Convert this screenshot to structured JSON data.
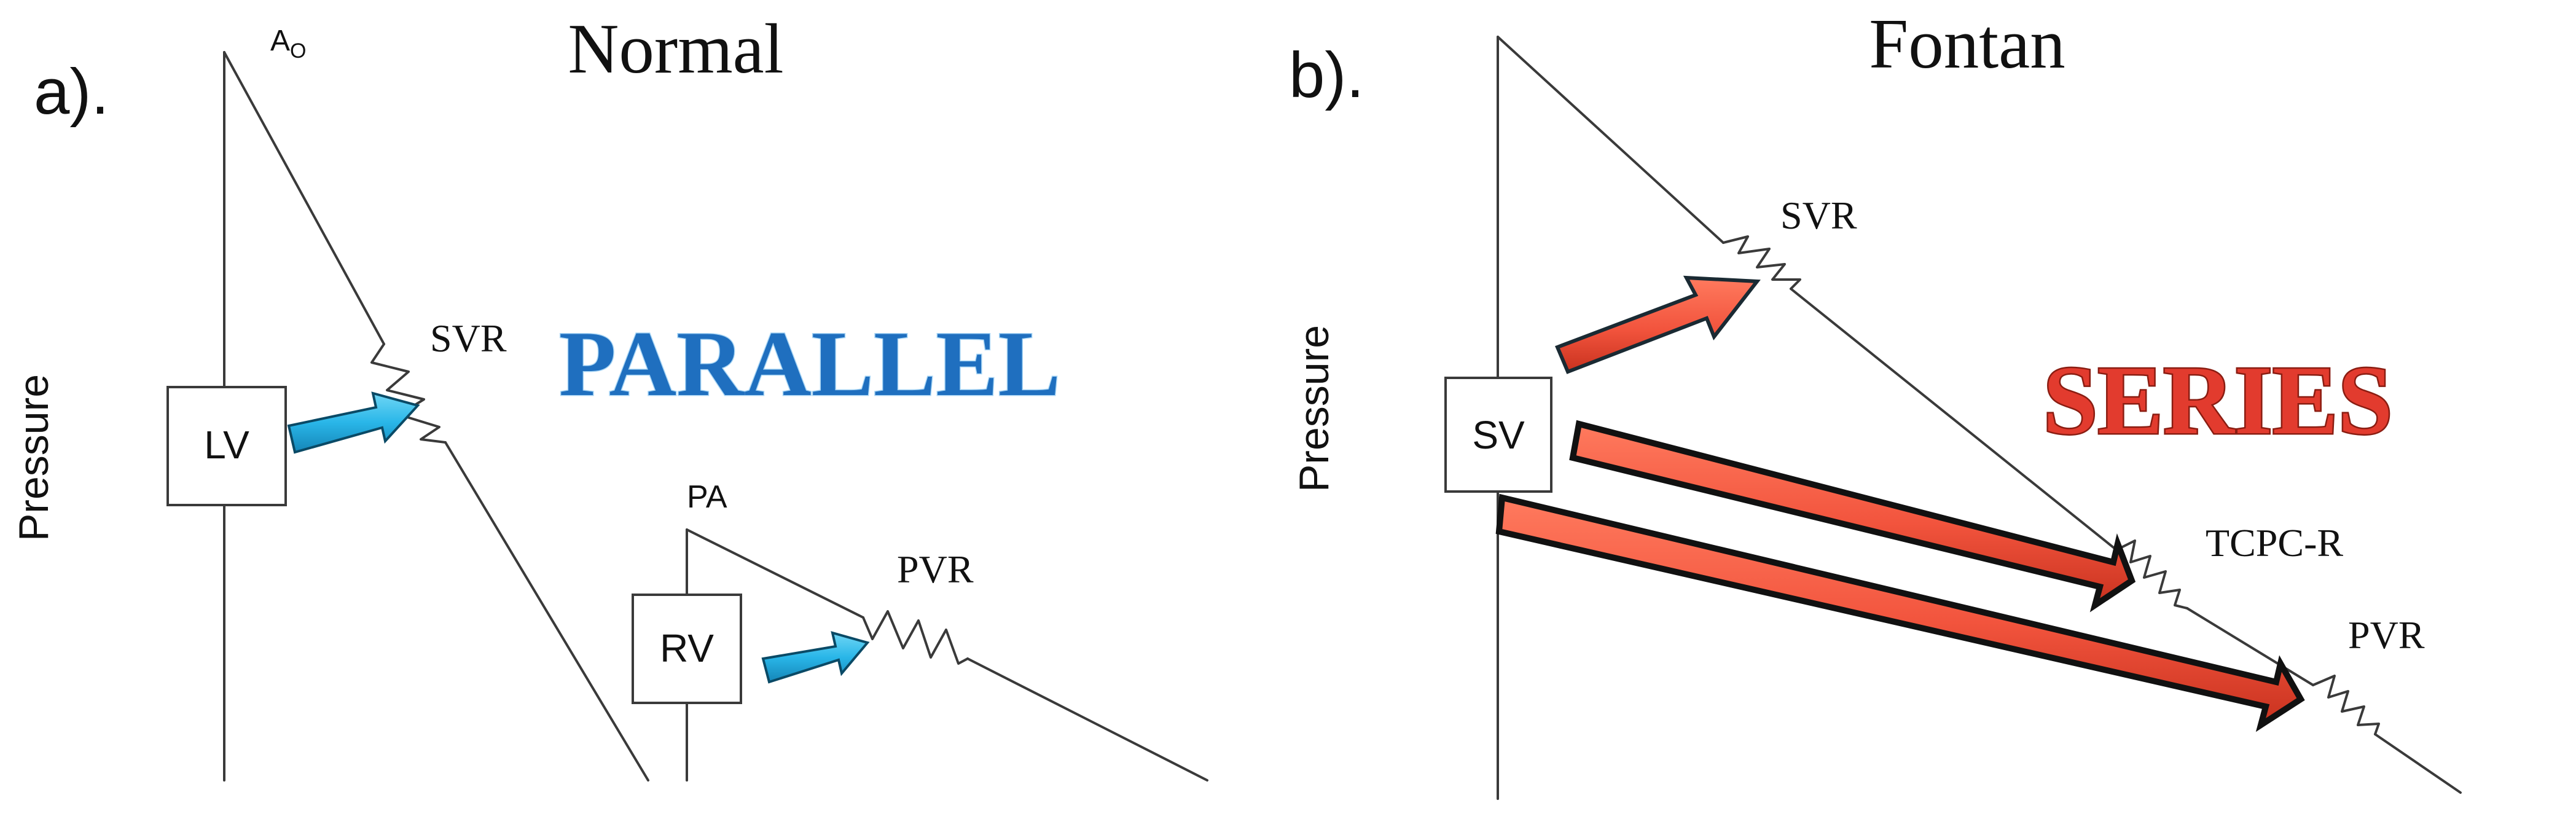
{
  "panel_a": {
    "label": "a).",
    "title": "Normal",
    "y_axis_label": "Pressure",
    "aorta_label_main": "A",
    "aorta_label_sub": "O",
    "lv_label": "LV",
    "rv_label": "RV",
    "pa_label": "PA",
    "svr_label": "SVR",
    "pvr_label": "PVR",
    "relation_word": "PARALLEL",
    "relation_color": "#1f6fbf",
    "arrow_color": "#29b6e8"
  },
  "panel_b": {
    "label": "b).",
    "title": "Fontan",
    "y_axis_label": "Pressure",
    "sv_label": "SV",
    "svr_label": "SVR",
    "tcpc_label": "TCPC-R",
    "pvr_label": "PVR",
    "relation_word": "SERIES",
    "relation_color": "#e23b2e",
    "arrow_color": "#f2543d"
  }
}
